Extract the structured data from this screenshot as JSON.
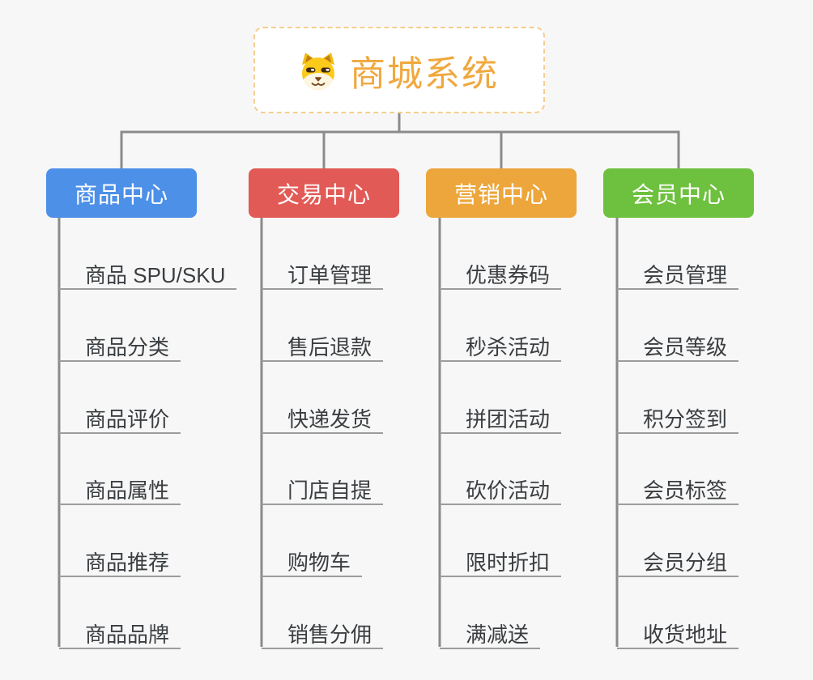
{
  "canvas": {
    "background": "#F7F7F7",
    "connector_color": "#8B8B8B",
    "underline_color": "#9C9C9C",
    "leaf_text_color": "#3A3E41"
  },
  "root": {
    "title": "商城系统",
    "icon": "dog-face-icon",
    "text_color": "#F0A83E",
    "border_color": "#F6CE8F"
  },
  "branches": [
    {
      "label": "商品中心",
      "color": "#4D90E8",
      "children": [
        "商品 SPU/SKU",
        "商品分类",
        "商品评价",
        "商品属性",
        "商品推荐",
        "商品品牌"
      ]
    },
    {
      "label": "交易中心",
      "color": "#E25A56",
      "children": [
        "订单管理",
        "售后退款",
        "快递发货",
        "门店自提",
        "购物车",
        "销售分佣"
      ]
    },
    {
      "label": "营销中心",
      "color": "#EDA63C",
      "children": [
        "优惠券码",
        "秒杀活动",
        "拼团活动",
        "砍价活动",
        "限时折扣",
        "满减送"
      ]
    },
    {
      "label": "会员中心",
      "color": "#6EC13E",
      "children": [
        "会员管理",
        "会员等级",
        "积分签到",
        "会员标签",
        "会员分组",
        "收货地址"
      ]
    }
  ]
}
